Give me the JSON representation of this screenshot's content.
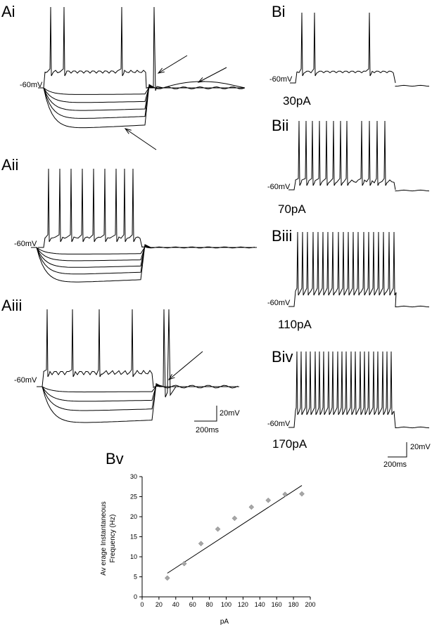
{
  "panels": {
    "ai": {
      "label": "Ai",
      "vm": "-60mV"
    },
    "aii": {
      "label": "Aii",
      "vm": "-60mV"
    },
    "aiii": {
      "label": "Aiii",
      "vm": "-60mV"
    },
    "bi": {
      "label": "Bi",
      "vm": "-60mV",
      "current": "30pA"
    },
    "bii": {
      "label": "Bii",
      "vm": "-60mV",
      "current": "70pA"
    },
    "biii": {
      "label": "Biii",
      "vm": "-60mV",
      "current": "110pA"
    },
    "biv": {
      "label": "Biv",
      "vm": "-60mV",
      "current": "170pA"
    },
    "bv": {
      "label": "Bv"
    }
  },
  "scalebars": {
    "a": {
      "voltage": "20mV",
      "time": "200ms"
    },
    "b": {
      "voltage": "20mV",
      "time": "200ms"
    }
  },
  "chart_data": {
    "type": "scatter",
    "x": [
      30,
      50,
      70,
      90,
      110,
      130,
      150,
      170,
      190
    ],
    "y": [
      4.7,
      8.3,
      13.3,
      16.9,
      19.6,
      22.4,
      24.1,
      25.6,
      25.7
    ],
    "trendline": {
      "x": [
        30,
        190
      ],
      "y": [
        5.9,
        27.8
      ]
    },
    "xlabel": "pA",
    "ylabel_line1": "Av erage Instantaneous",
    "ylabel_line2": "Frequency (Hz)",
    "xlim": [
      0,
      200
    ],
    "ylim": [
      0,
      30
    ],
    "xticks": [
      0,
      20,
      40,
      60,
      80,
      100,
      120,
      140,
      160,
      180,
      200
    ],
    "yticks": [
      0,
      5,
      10,
      15,
      20,
      25,
      30
    ],
    "marker_color": "#a6a6a6",
    "grid": false
  }
}
